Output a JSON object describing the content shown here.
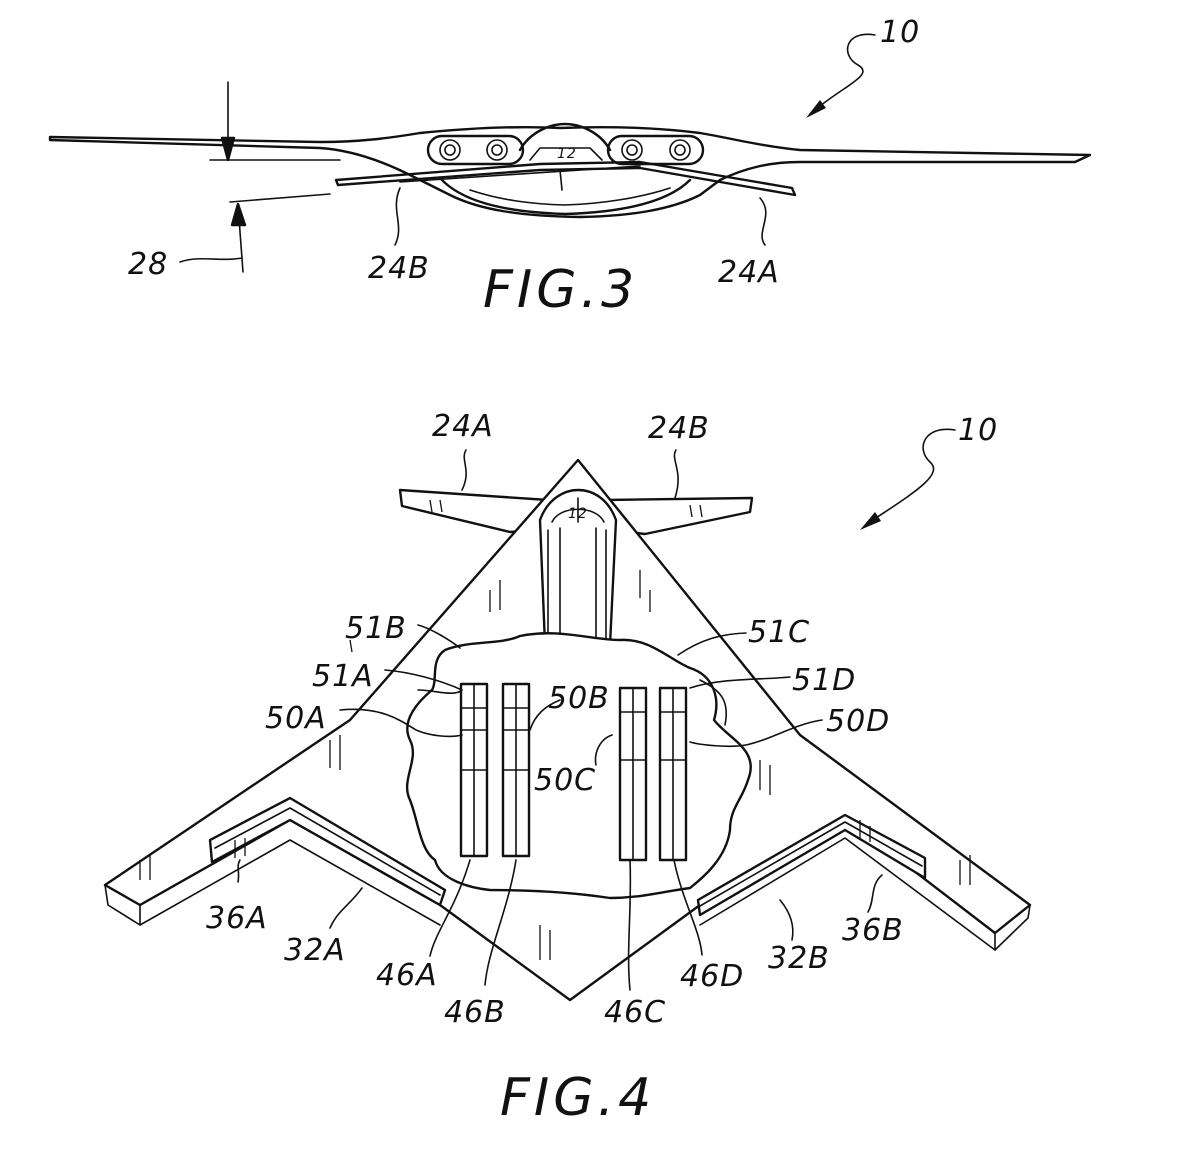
{
  "figures": [
    {
      "id": "fig3",
      "caption": "FIG.3",
      "labels": {
        "ref_10": "10",
        "ref_28": "28",
        "ref_24B": "24B",
        "ref_24A": "24A"
      }
    },
    {
      "id": "fig4",
      "caption": "FIG.4",
      "labels": {
        "ref_10": "10",
        "ref_24A": "24A",
        "ref_24B": "24B",
        "ref_51B": "51B",
        "ref_51A": "51A",
        "ref_50A": "50A",
        "ref_50B": "50B",
        "ref_50C": "50C",
        "ref_51C": "51C",
        "ref_51D": "51D",
        "ref_50D": "50D",
        "ref_36A": "36A",
        "ref_32A": "32A",
        "ref_46A": "46A",
        "ref_46B": "46B",
        "ref_46C": "46C",
        "ref_46D": "46D",
        "ref_32B": "32B",
        "ref_36B": "36B"
      }
    }
  ]
}
